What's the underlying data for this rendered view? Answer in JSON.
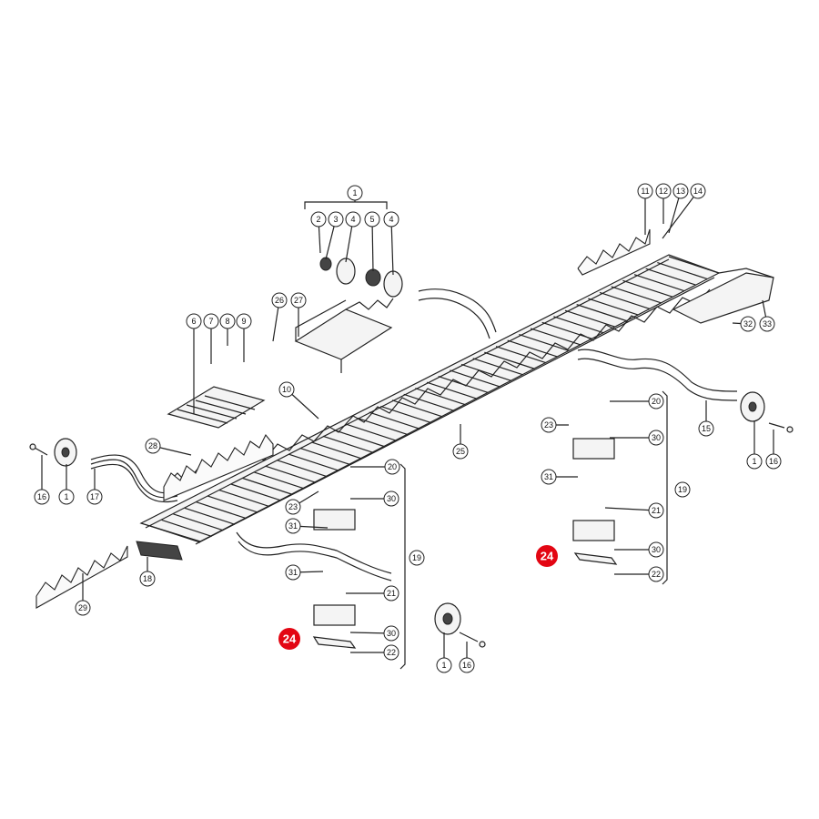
{
  "diagram": {
    "callouts": [
      {
        "id": "c1-top",
        "label": "1"
      },
      {
        "id": "c2",
        "label": "2"
      },
      {
        "id": "c3",
        "label": "3"
      },
      {
        "id": "c4a",
        "label": "4"
      },
      {
        "id": "c5",
        "label": "5"
      },
      {
        "id": "c4b",
        "label": "4"
      },
      {
        "id": "c6",
        "label": "6"
      },
      {
        "id": "c7",
        "label": "7"
      },
      {
        "id": "c8",
        "label": "8"
      },
      {
        "id": "c9",
        "label": "9"
      },
      {
        "id": "c26",
        "label": "26"
      },
      {
        "id": "c27",
        "label": "27"
      },
      {
        "id": "c10",
        "label": "10"
      },
      {
        "id": "c11",
        "label": "11"
      },
      {
        "id": "c12",
        "label": "12"
      },
      {
        "id": "c13",
        "label": "13"
      },
      {
        "id": "c14",
        "label": "14"
      },
      {
        "id": "c32",
        "label": "32"
      },
      {
        "id": "c33",
        "label": "33"
      },
      {
        "id": "c28",
        "label": "28"
      },
      {
        "id": "c16a",
        "label": "16"
      },
      {
        "id": "c1a",
        "label": "1"
      },
      {
        "id": "c17",
        "label": "17"
      },
      {
        "id": "c18",
        "label": "18"
      },
      {
        "id": "c29",
        "label": "29"
      },
      {
        "id": "c25",
        "label": "25"
      },
      {
        "id": "c20a",
        "label": "20"
      },
      {
        "id": "c23a",
        "label": "23"
      },
      {
        "id": "c30a",
        "label": "30"
      },
      {
        "id": "c31a",
        "label": "31"
      },
      {
        "id": "c19a",
        "label": "19"
      },
      {
        "id": "c31b",
        "label": "31"
      },
      {
        "id": "c21a",
        "label": "21"
      },
      {
        "id": "c30b",
        "label": "30"
      },
      {
        "id": "c22a",
        "label": "22"
      },
      {
        "id": "c1b",
        "label": "1"
      },
      {
        "id": "c16b",
        "label": "16"
      },
      {
        "id": "c20b",
        "label": "20"
      },
      {
        "id": "c23b",
        "label": "23"
      },
      {
        "id": "c30c",
        "label": "30"
      },
      {
        "id": "c31c",
        "label": "31"
      },
      {
        "id": "c19b",
        "label": "19"
      },
      {
        "id": "c21b",
        "label": "21"
      },
      {
        "id": "c30d",
        "label": "30"
      },
      {
        "id": "c22b",
        "label": "22"
      },
      {
        "id": "c15",
        "label": "15"
      },
      {
        "id": "c1c",
        "label": "1"
      },
      {
        "id": "c16c",
        "label": "16"
      }
    ],
    "highlights": [
      {
        "id": "h24a",
        "label": "24",
        "color": "#e30613"
      },
      {
        "id": "h24b",
        "label": "24",
        "color": "#e30613"
      }
    ]
  }
}
